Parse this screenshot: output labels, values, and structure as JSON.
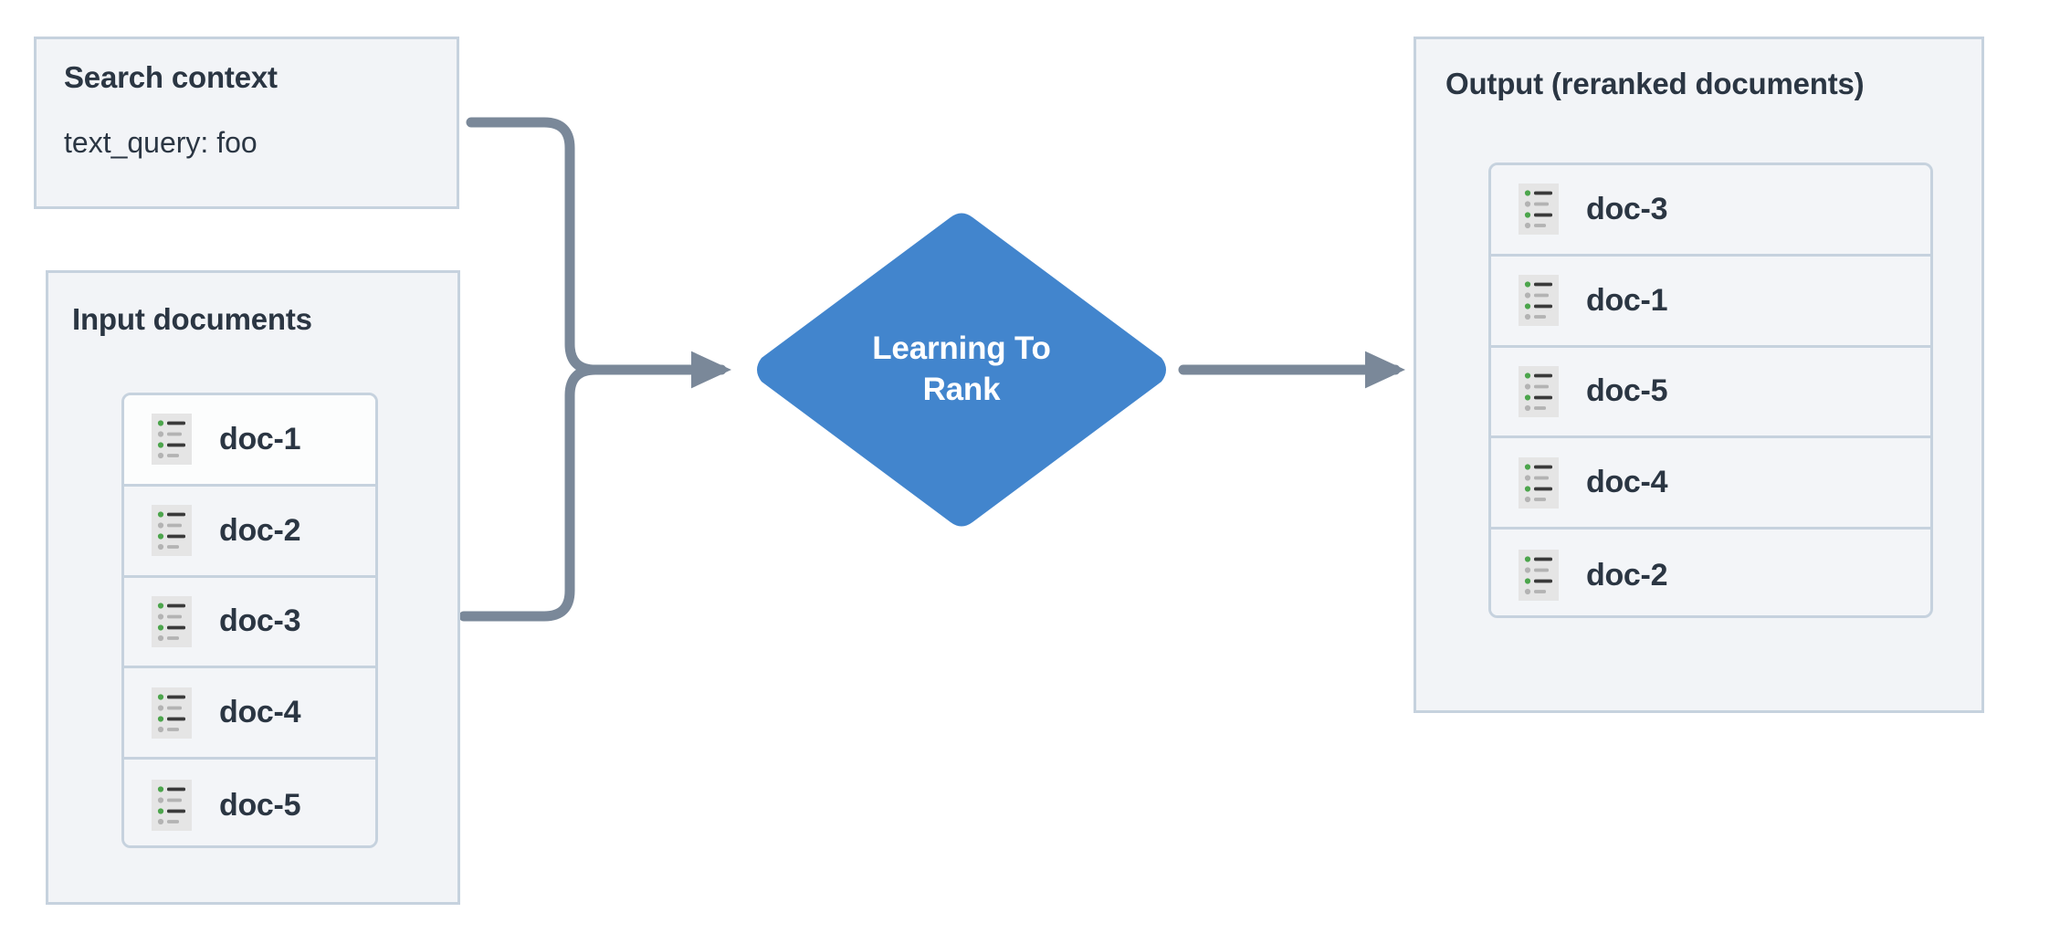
{
  "diagram": {
    "title": "Learning To Rank reranking flow",
    "background": "#ffffff",
    "colors": {
      "panel_fill": "#f2f4f7",
      "panel_border": "#c6d2de",
      "text": "#2b3643",
      "node_blue": "#4285cd",
      "node_text": "#ffffff",
      "connector": "#7a8899",
      "icon_bg": "#e5e5e5",
      "icon_accent_green": "#4ca54c",
      "icon_line_dark": "#3a3a3a",
      "icon_line_light": "#b3b3b3"
    }
  },
  "search_context": {
    "title": "Search context",
    "value": "text_query: foo"
  },
  "input_documents": {
    "title": "Input documents",
    "items": [
      {
        "icon": "document-list-icon",
        "label": "doc-1"
      },
      {
        "icon": "document-list-icon",
        "label": "doc-2"
      },
      {
        "icon": "document-list-icon",
        "label": "doc-3"
      },
      {
        "icon": "document-list-icon",
        "label": "doc-4"
      },
      {
        "icon": "document-list-icon",
        "label": "doc-5"
      }
    ]
  },
  "process_node": {
    "shape": "diamond",
    "label": "Learning To Rank",
    "label_line1": "Learning To",
    "label_line2": "Rank"
  },
  "output": {
    "title": "Output (reranked documents)",
    "items": [
      {
        "icon": "document-list-icon",
        "label": "doc-3"
      },
      {
        "icon": "document-list-icon",
        "label": "doc-1"
      },
      {
        "icon": "document-list-icon",
        "label": "doc-5"
      },
      {
        "icon": "document-list-icon",
        "label": "doc-4"
      },
      {
        "icon": "document-list-icon",
        "label": "doc-2"
      }
    ]
  },
  "connectors": [
    {
      "name": "search-context-to-ltr",
      "from": "search_context",
      "to": "process_node",
      "arrow": true
    },
    {
      "name": "input-documents-to-ltr",
      "from": "input_documents",
      "to": "process_node",
      "arrow": true
    },
    {
      "name": "ltr-to-output",
      "from": "process_node",
      "to": "output",
      "arrow": true
    }
  ]
}
